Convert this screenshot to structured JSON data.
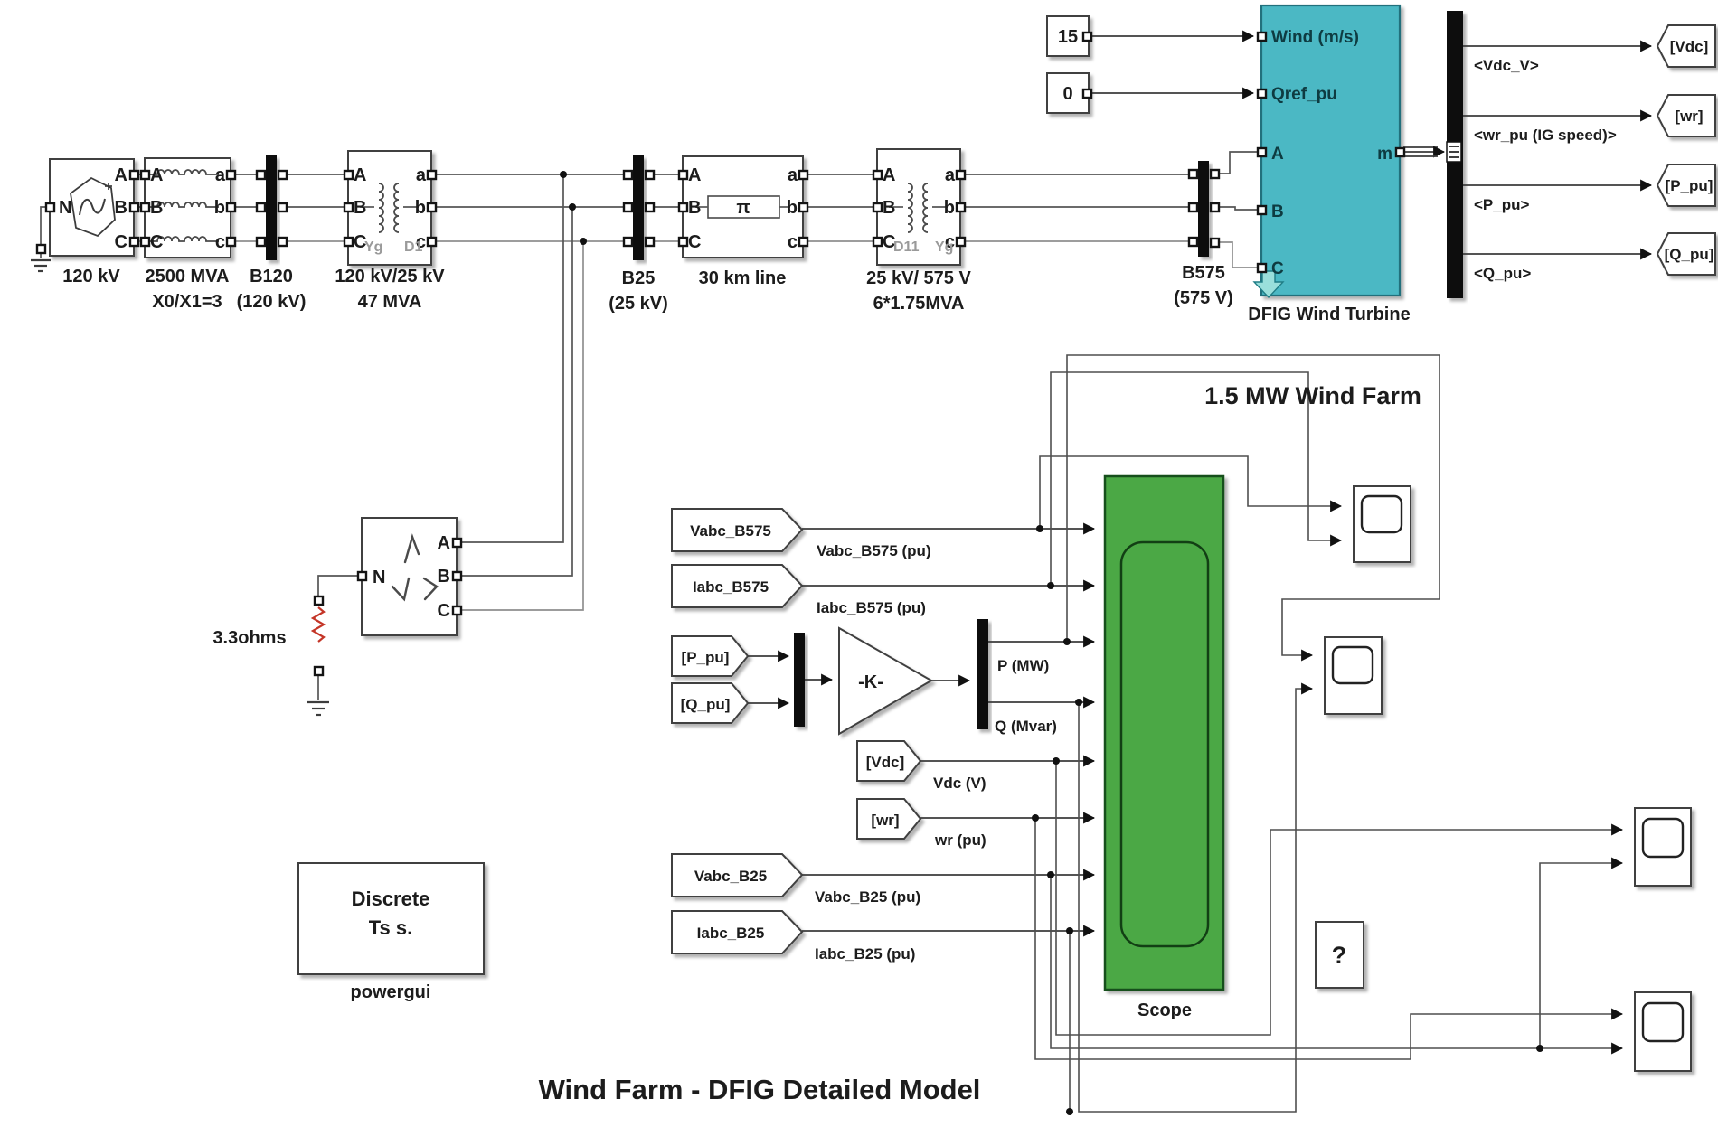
{
  "title": "Wind Farm - DFIG  Detailed Model",
  "annotation": {
    "wind_farm": "1.5 MW Wind Farm"
  },
  "port_letters": {
    "A": "A",
    "B": "B",
    "C": "C",
    "a": "a",
    "b": "b",
    "c": "c",
    "N": "N",
    "m": "m"
  },
  "constants": {
    "wind_speed": "15",
    "qref": "0"
  },
  "blocks": {
    "source": {
      "label": "120 kV"
    },
    "trafo1": {
      "label1": "2500 MVA",
      "label2": "X0/X1=3"
    },
    "bus_b120": {
      "label1": "B120",
      "label2": "(120 kV)"
    },
    "trafo2": {
      "label1": "120 kV/25 kV",
      "label2": "47 MVA",
      "winding_left": "Yg",
      "winding_right": "D1"
    },
    "bus_b25": {
      "label1": "B25",
      "label2": "(25 kV)"
    },
    "line30": {
      "label": "30 km line",
      "pi": "π"
    },
    "trafo3": {
      "label1": "25 kV/ 575 V",
      "label2": "6*1.75MVA",
      "winding_left": "D11",
      "winding_right": "Yg"
    },
    "bus_b575": {
      "label1": "B575",
      "label2": "(575 V)"
    },
    "dfig": {
      "label": "DFIG Wind Turbine",
      "in_wind": "Wind (m/s)",
      "in_qref": "Qref_pu",
      "out_m": "m"
    },
    "resistor": {
      "label": "3.3ohms"
    },
    "powergui": {
      "text1": "Discrete",
      "text2": "Ts s.",
      "label": "powergui"
    },
    "scope": {
      "label": "Scope"
    },
    "gain": {
      "label": "-K-"
    },
    "help": {
      "label": "?"
    }
  },
  "bus_selector_outputs": [
    {
      "signal": "<Vdc_V>",
      "goto": "[Vdc]"
    },
    {
      "signal": "<wr_pu (IG speed)>",
      "goto": "[wr]"
    },
    {
      "signal": "<P_pu>",
      "goto": "[P_pu]"
    },
    {
      "signal": "<Q_pu>",
      "goto": "[Q_pu]"
    }
  ],
  "from_tags": {
    "vabc_b575": {
      "label": "Vabc_B575",
      "signal": "Vabc_B575 (pu)"
    },
    "iabc_b575": {
      "label": "Iabc_B575",
      "signal": "Iabc_B575 (pu)"
    },
    "p_pu": {
      "label": "[P_pu]"
    },
    "q_pu": {
      "label": "[Q_pu]"
    },
    "vdc": {
      "label": "[Vdc]",
      "signal": "Vdc (V)"
    },
    "wr": {
      "label": "[wr]",
      "signal": "wr (pu)"
    },
    "vabc_b25": {
      "label": "Vabc_B25",
      "signal": "Vabc_B25 (pu)"
    },
    "iabc_b25": {
      "label": "Iabc_B25",
      "signal": "Iabc_B25 (pu)"
    }
  },
  "measurements": {
    "p_mw": "P (MW)",
    "q_mvar": "Q (Mvar)"
  },
  "colors": {
    "dfig_fill": "#4cb8c4",
    "scope_fill": "#4ba845",
    "annotation_blue": "#2431b4",
    "powergui_blue": "#3c3ccc",
    "resistor_red": "#c43527",
    "wire": "#565656"
  }
}
